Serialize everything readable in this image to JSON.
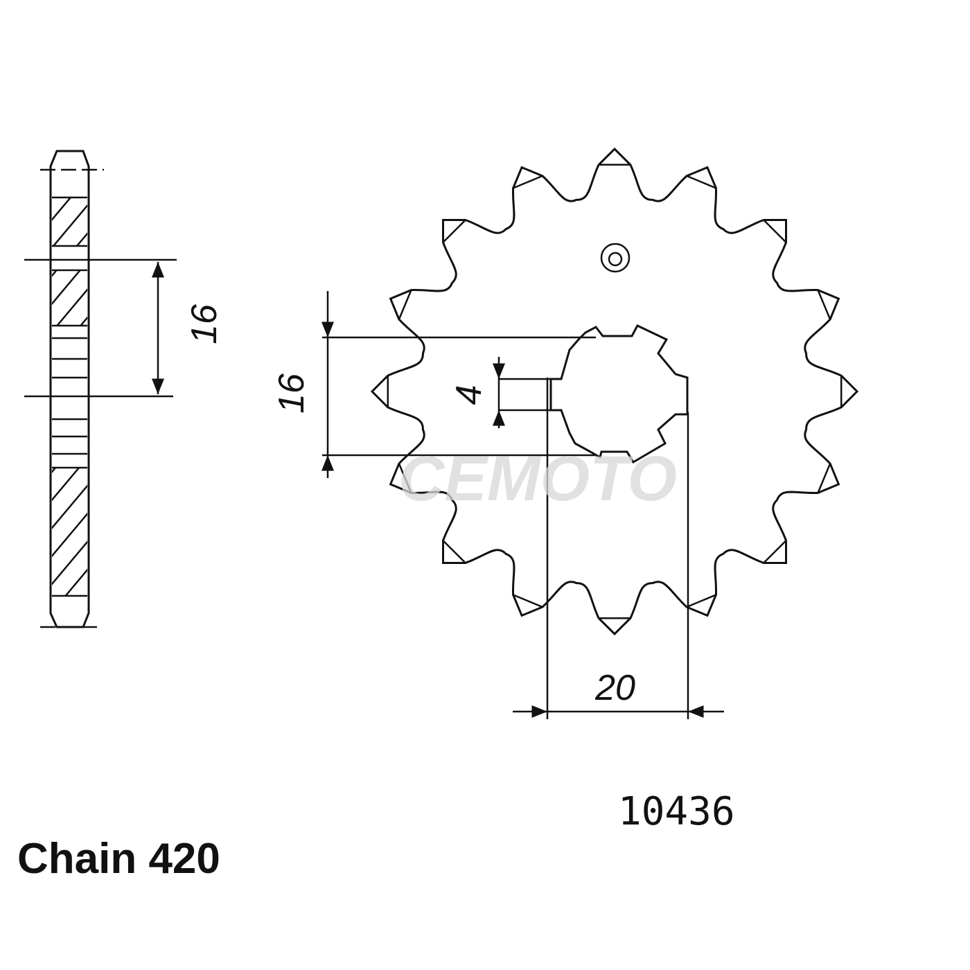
{
  "part_number": "10436",
  "chain_label": "Chain 420",
  "watermark": "CEMOTO",
  "sprocket": {
    "teeth": 16
  },
  "dimensions": {
    "side_pitch": "16",
    "spline_inner": "16",
    "keyway": "4",
    "bore": "20"
  }
}
